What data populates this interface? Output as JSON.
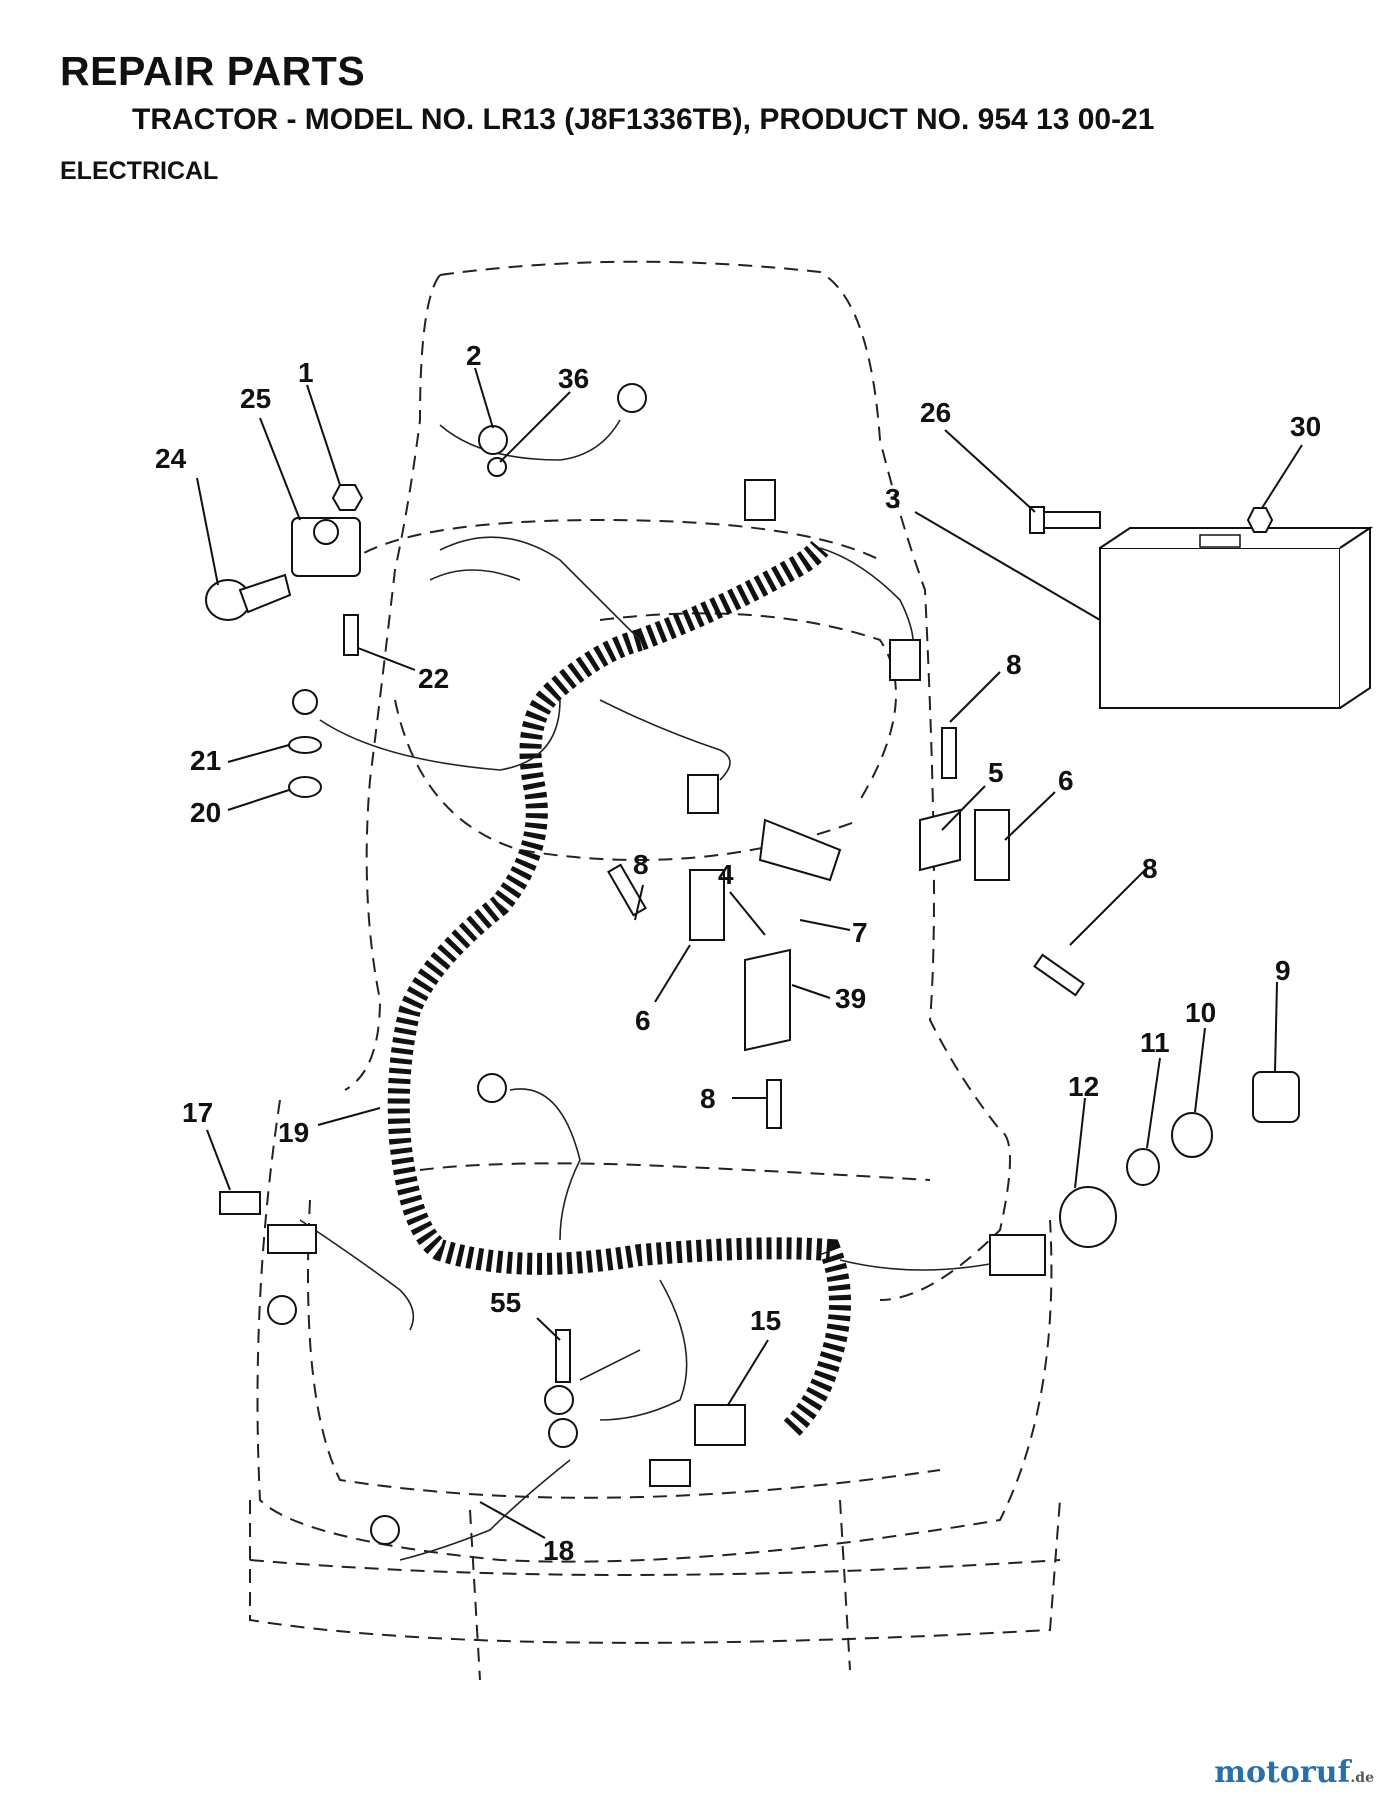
{
  "header": {
    "title": "REPAIR PARTS",
    "subtitle": "TRACTOR - MODEL NO. LR13 (J8F1336TB), PRODUCT NO. 954 13 00-21",
    "section": "ELECTRICAL"
  },
  "callouts": [
    "1",
    "2",
    "36",
    "25",
    "24",
    "22",
    "21",
    "20",
    "26",
    "30",
    "3",
    "8",
    "5",
    "6",
    "8",
    "4",
    "8",
    "7",
    "6",
    "39",
    "8",
    "9",
    "10",
    "11",
    "12",
    "17",
    "19",
    "55",
    "15",
    "18"
  ],
  "watermark": {
    "brand": "motoruf",
    "suffix": ".de"
  }
}
